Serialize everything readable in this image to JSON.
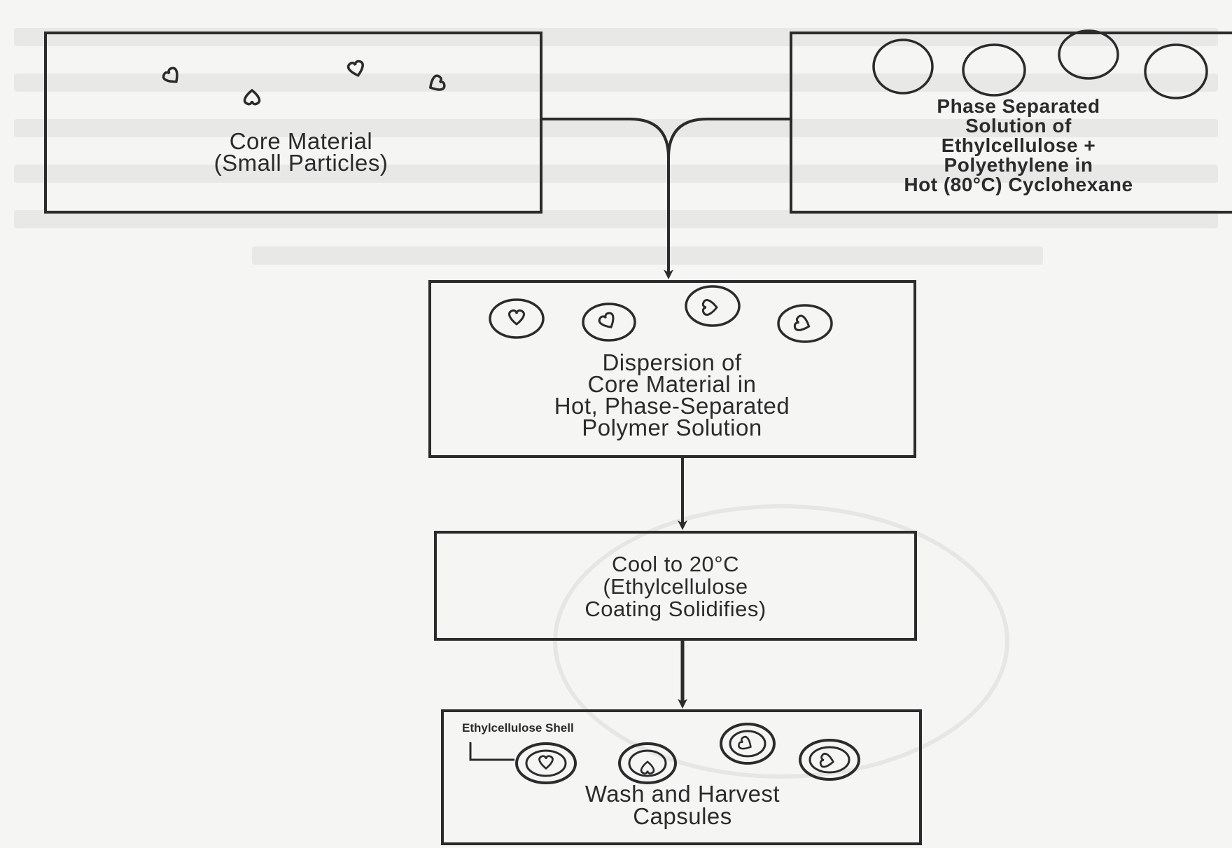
{
  "diagram": {
    "core_material": {
      "label": "Core Material\n(Small Particles)"
    },
    "phase_separated": {
      "label": "Phase Separated\nSolution of\nEthylcellulose +\nPolyethylene in\nHot (80°C) Cyclohexane"
    },
    "dispersion": {
      "label": "Dispersion of\nCore Material in\nHot, Phase-Separated\nPolymer Solution"
    },
    "cool": {
      "label": "Cool to 20°C\n(Ethylcellulose\nCoating Solidifies)"
    },
    "wash": {
      "label": "Wash and Harvest\nCapsules",
      "shell_label": "Ethylcellulose Shell"
    }
  },
  "colors": {
    "ink": "#2b2b2b",
    "paper": "#f5f5f3"
  }
}
